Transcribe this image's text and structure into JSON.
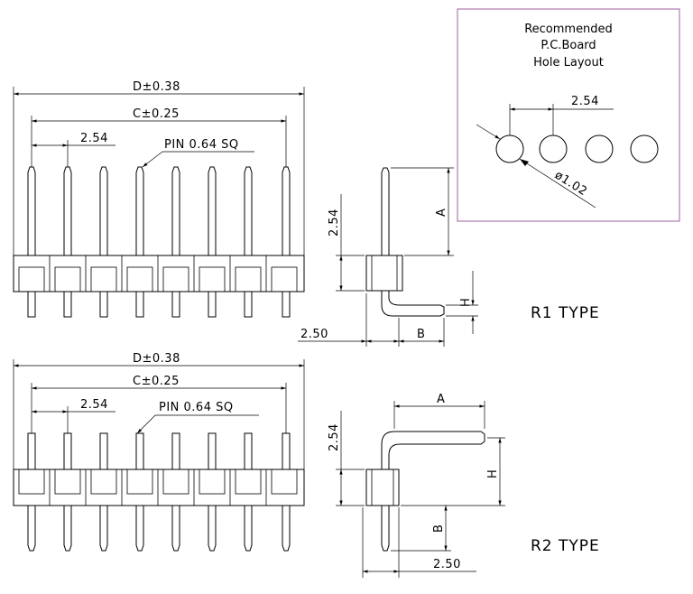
{
  "r1": {
    "dim_d": "D±0.38",
    "dim_c": "C±0.25",
    "pitch": "2.54",
    "pin_label": "PIN 0.64 SQ",
    "side_height": "2.54",
    "side_offset": "2.50",
    "dim_a": "A",
    "dim_b": "B",
    "dim_h": "H",
    "type_label": "R1 TYPE"
  },
  "r2": {
    "dim_d": "D±0.38",
    "dim_c": "C±0.25",
    "pitch": "2.54",
    "pin_label": "PIN 0.64 SQ",
    "side_height": "2.54",
    "side_offset": "2.50",
    "dim_a": "A",
    "dim_b": "B",
    "dim_h": "H",
    "type_label": "R2 TYPE"
  },
  "pcb": {
    "title_line1": "Recommended",
    "title_line2": "P.C.Board",
    "title_line3": "Hole Layout",
    "pitch": "2.54",
    "hole_dia": "ø1.02"
  },
  "colors": {
    "line": "#000000",
    "frame": "#b07ab0",
    "background": "#ffffff"
  }
}
